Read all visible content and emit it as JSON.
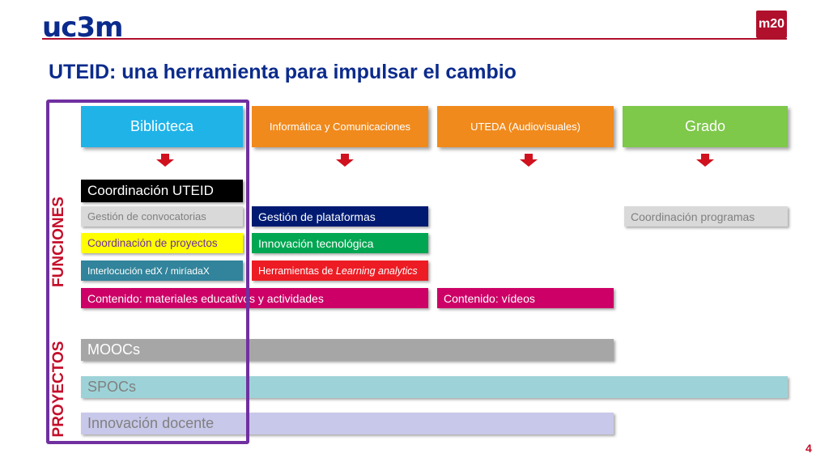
{
  "header": {
    "logo_left": "uc3m",
    "logo_right": "m20",
    "title": "UTEID: una herramienta para impulsar el cambio"
  },
  "departments": [
    {
      "label": "Biblioteca",
      "color": "#1fb3e8"
    },
    {
      "label": "Informática y Comunicaciones",
      "color": "#f08a1c"
    },
    {
      "label": "UTEDA (Audiovisuales)",
      "color": "#f08a1c"
    },
    {
      "label": "Grado",
      "color": "#7ec84a"
    }
  ],
  "arrow_color": "#d0121f",
  "section_labels": {
    "funciones": "FUNCIONES",
    "proyectos": "PROYECTOS"
  },
  "funciones": {
    "coordinacion_uteid": "Coordinación UTEID",
    "gestion_convocatorias": "Gestión de convocatorias",
    "coordinacion_proyectos": "Coordinación de proyectos",
    "interlocucion": "Interlocución edX / miríadaX",
    "gestion_plataformas": "Gestión de plataformas",
    "innovacion_tecnologica": "Innovación tecnológica",
    "herramientas_prefix": "Herramientas de ",
    "herramientas_em": "Learning analytics",
    "contenido_materiales": "Contenido: materiales educativos y actividades",
    "contenido_videos": "Contenido: vídeos",
    "coordinacion_programas": "Coordinación programas"
  },
  "proyectos": {
    "moocs": "MOOCs",
    "spocs": "SPOCs",
    "innovacion_docente": "Innovación docente"
  },
  "colors": {
    "black": "#000000",
    "gray_light": "#d9d9d9",
    "yellow": "#ffff00",
    "teal": "#31849b",
    "navy": "#001a72",
    "green": "#00a651",
    "red": "#ed1c24",
    "magenta": "#cc0066",
    "gray_mooc": "#a6a6a6",
    "cyan_spoc": "#9dd3d8",
    "lavender": "#c8c8ea",
    "highlight": "#7030a0",
    "brand_blue": "#0b2b8c",
    "brand_red": "#b0102c"
  },
  "page_number": "4"
}
